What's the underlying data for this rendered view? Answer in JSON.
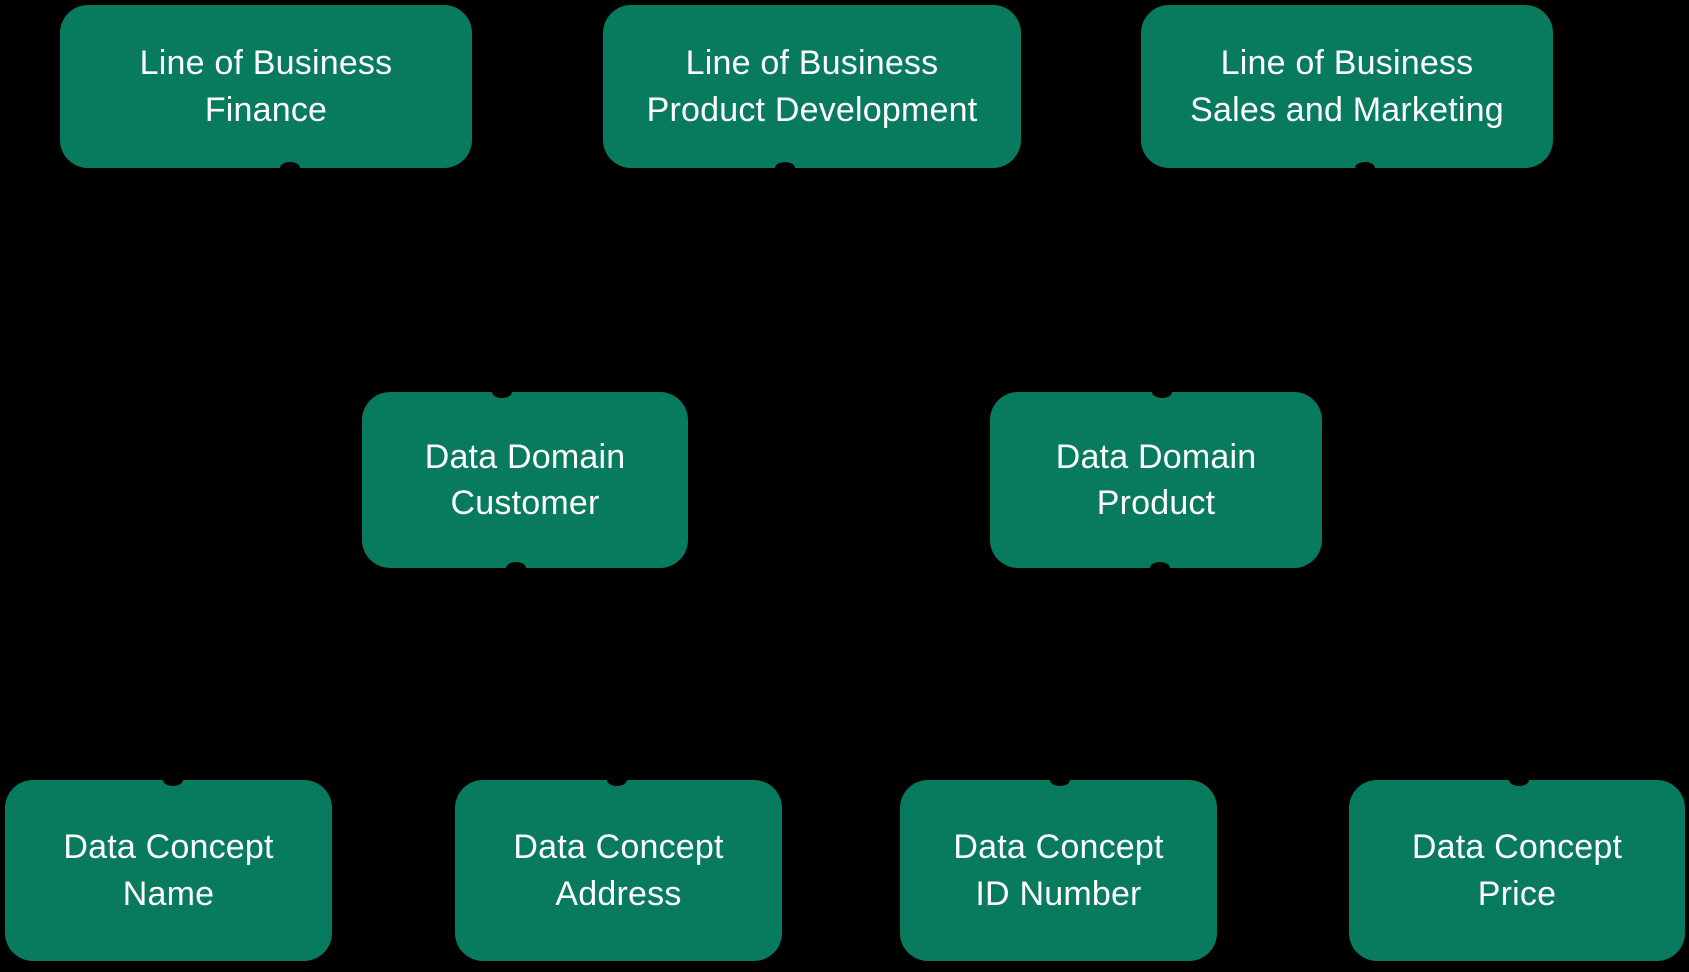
{
  "diagram": {
    "background_color": "#000000",
    "node_color": "#087a5e",
    "node_text_color": "#ffffff",
    "levels": {
      "line_of_business": {
        "finance": {
          "line1": "Line of Business",
          "line2": "Finance"
        },
        "product_development": {
          "line1": "Line of Business",
          "line2": "Product Development"
        },
        "sales_and_marketing": {
          "line1": "Line of Business",
          "line2": "Sales and Marketing"
        }
      },
      "data_domain": {
        "customer": {
          "line1": "Data Domain",
          "line2": "Customer"
        },
        "product": {
          "line1": "Data Domain",
          "line2": "Product"
        }
      },
      "data_concept": {
        "name": {
          "line1": "Data Concept",
          "line2": "Name"
        },
        "address": {
          "line1": "Data Concept",
          "line2": "Address"
        },
        "id_number": {
          "line1": "Data Concept",
          "line2": "ID Number"
        },
        "price": {
          "line1": "Data Concept",
          "line2": "Price"
        }
      }
    }
  }
}
